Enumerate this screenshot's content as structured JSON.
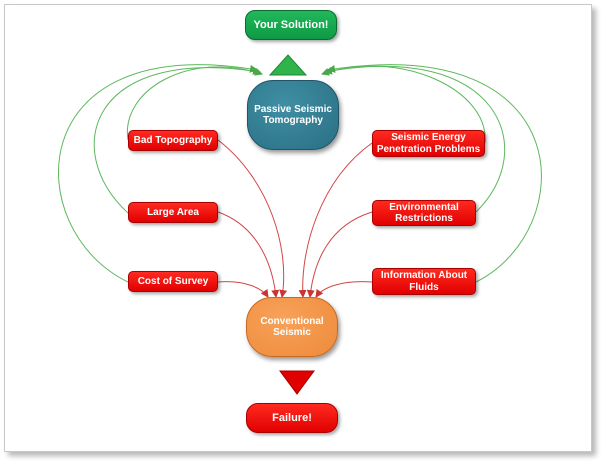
{
  "diagram": {
    "solution": "Your Solution!",
    "passive": "Passive Seismic Tomography",
    "conventional": "Conventional Seismic",
    "failure": "Failure!",
    "problems_left": [
      "Bad Topography",
      "Large Area",
      "Cost of Survey"
    ],
    "problems_right": [
      "Seismic Energy Penetration Problems",
      "Environmental Restrictions",
      "Information About Fluids"
    ]
  },
  "colors": {
    "red_box": "#e80000",
    "green_box": "#13a84e",
    "passive_blob": "#2f7a8f",
    "conventional_blob": "#f0903f",
    "green_arrow": "#2fb34a",
    "red_arrow": "#d90000",
    "green_link": "#5cb85c",
    "red_link": "#d24545"
  }
}
